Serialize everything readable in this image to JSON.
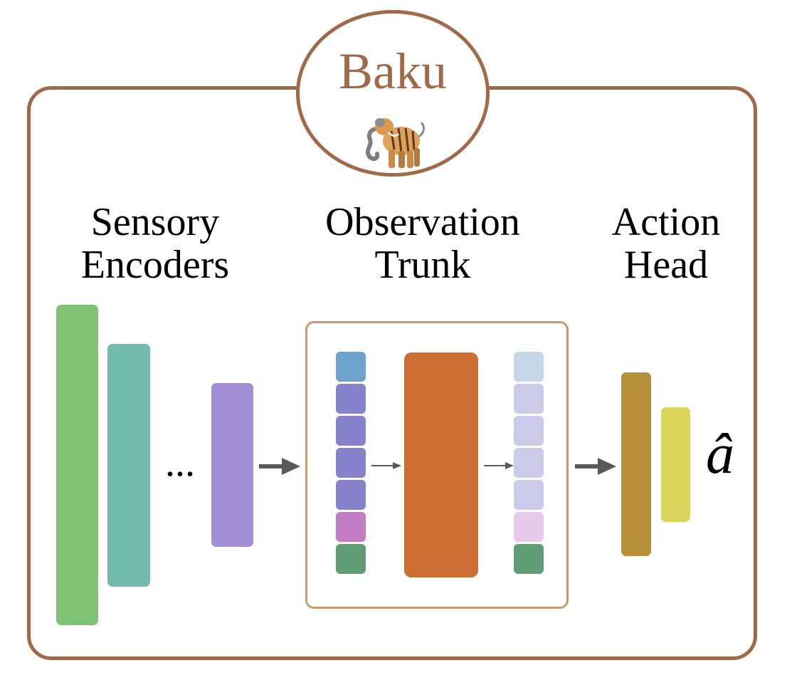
{
  "title": "Baku",
  "sections": {
    "sensory": {
      "line1": "Sensory",
      "line2": "Encoders"
    },
    "trunk": {
      "line1": "Observation",
      "line2": "Trunk"
    },
    "action": {
      "line1": "Action",
      "line2": "Head"
    }
  },
  "ellipsis": "...",
  "output_symbol": "â",
  "mascot_icon": "tiger-elephant-mascot-icon",
  "colors": {
    "frame": "#a0694a",
    "trunk_box": "#cf9a6b",
    "encoder_1": "#80c175",
    "encoder_2": "#72bbad",
    "encoder_3": "#a28ed5",
    "trunk_core": "#cd6f34",
    "head_1": "#b78f3a",
    "head_2": "#dcd55a",
    "arrow": "#595959"
  },
  "input_tokens": [
    "#6fa3cd",
    "#8782cb",
    "#8782cb",
    "#8782cb",
    "#8782cb",
    "#c37dc4",
    "#619d74"
  ],
  "output_tokens": [
    "#c4d8ea",
    "#cccbea",
    "#cccbea",
    "#cccbea",
    "#cccbea",
    "#e8caea",
    "#619d74"
  ]
}
